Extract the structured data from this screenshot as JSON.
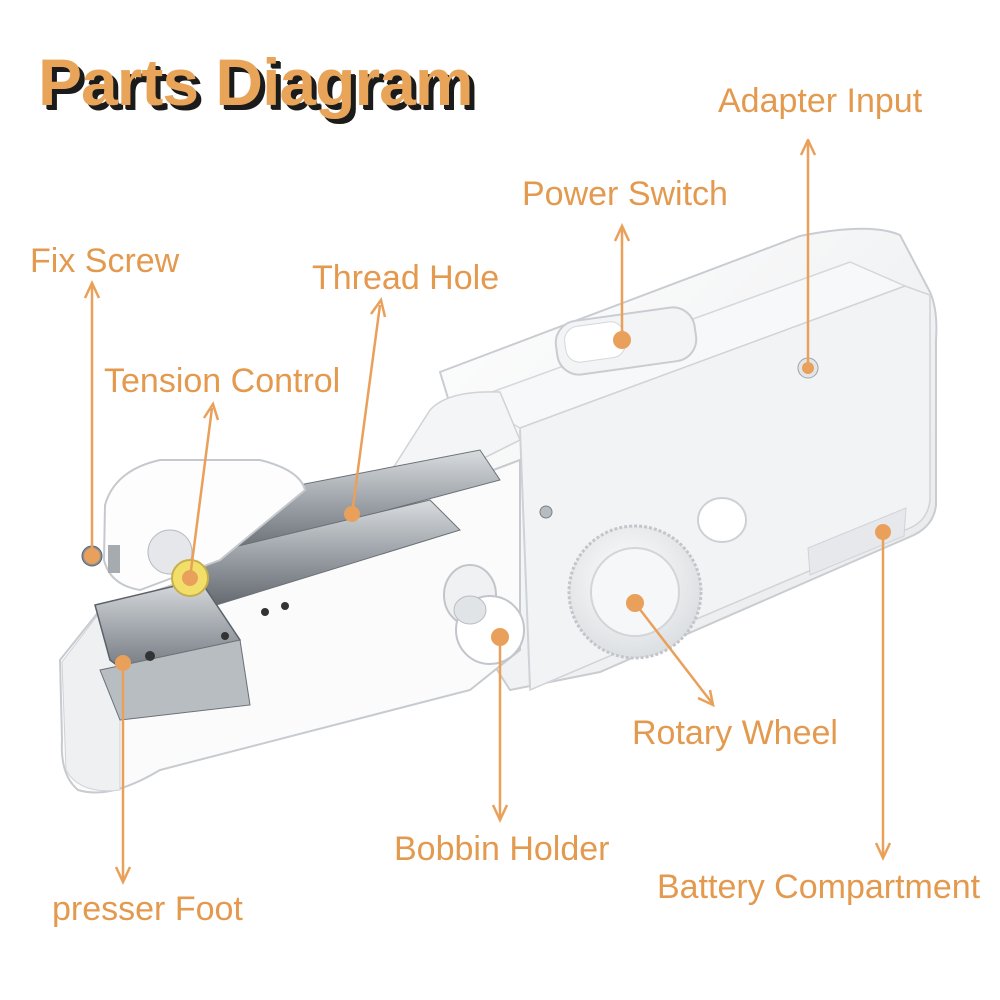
{
  "title": "Parts Diagram",
  "accent_color": "#e9a05a",
  "labels": {
    "adapter_input": "Adapter Input",
    "power_switch": "Power Switch",
    "fix_screw": "Fix Screw",
    "thread_hole": "Thread Hole",
    "tension_control": "Tension Control",
    "rotary_wheel": "Rotary Wheel",
    "bobbin_holder": "Bobbin Holder",
    "presser_foot": "presser Foot",
    "battery_compartment": "Battery Compartment"
  }
}
